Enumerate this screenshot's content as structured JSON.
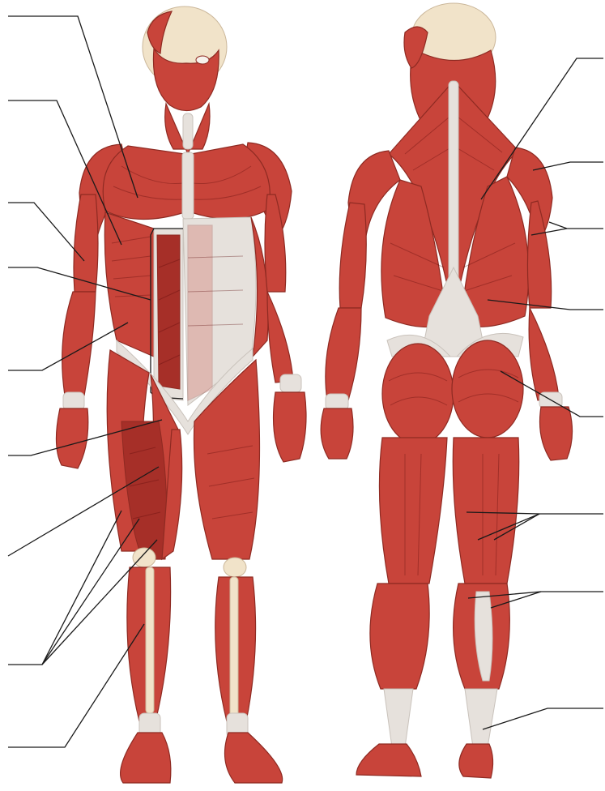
{
  "diagram": {
    "palette": {
      "muscle": "#c8443a",
      "muscle_dark": "#a62f28",
      "muscle_light": "#d9655a",
      "tendon": "#e6e1dc",
      "bone": "#f1e3c9",
      "outline": "#8e2a22",
      "leader": "#1a1a1a"
    },
    "views": [
      {
        "name": "anterior-view"
      },
      {
        "name": "posterior-view"
      }
    ],
    "leader_lines": {
      "left_count": 9,
      "right_count": 8
    }
  }
}
